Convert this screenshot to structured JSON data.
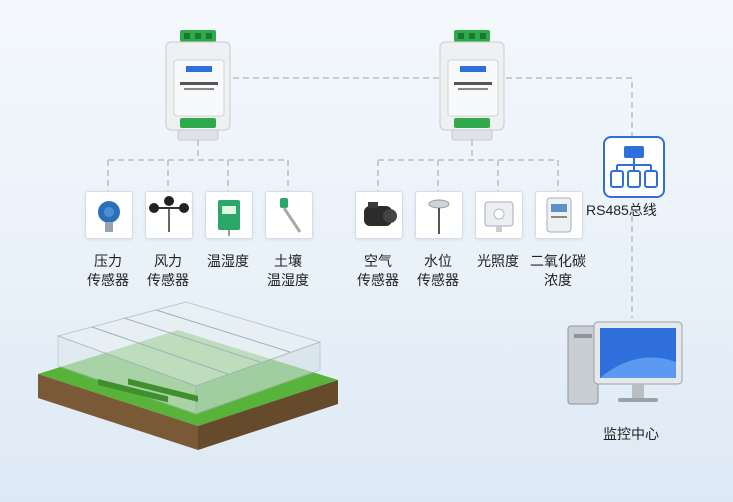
{
  "sensors": [
    {
      "line1": "压力",
      "line2": "传感器",
      "icon": "pressure-sensor"
    },
    {
      "line1": "风力",
      "line2": "传感器",
      "icon": "anemometer"
    },
    {
      "line1": "温湿度",
      "line2": "",
      "icon": "temp-humidity-sensor"
    },
    {
      "line1": "土壤",
      "line2": "温湿度",
      "icon": "soil-probe"
    },
    {
      "line1": "空气",
      "line2": "传感器",
      "icon": "air-flow-sensor"
    },
    {
      "line1": "水位",
      "line2": "传感器",
      "icon": "water-level-sensor"
    },
    {
      "line1": "光照度",
      "line2": "",
      "icon": "light-sensor"
    },
    {
      "line1": "二氧化碳",
      "line2": "浓度",
      "icon": "co2-sensor"
    }
  ],
  "bus": {
    "label": "RS485总线",
    "icon": "network-tree-icon"
  },
  "monitor": {
    "label": "监控中心",
    "icon": "desktop-computer"
  },
  "module": {
    "icon": "din-rail-collector"
  },
  "colors": {
    "connector": "#b9bec4",
    "accent": "#2f6fdc",
    "terminal": "#2faa4a"
  }
}
